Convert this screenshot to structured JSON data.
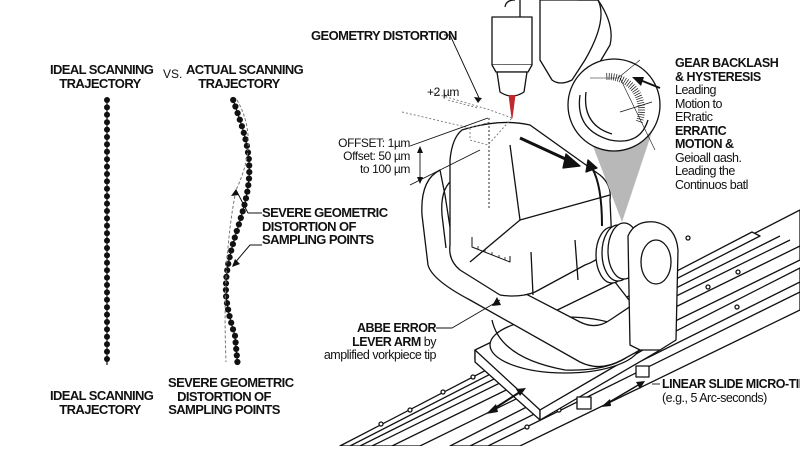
{
  "left_panel": {
    "header_ideal": [
      "IDEAL SCANNING",
      "TRAJECTORY"
    ],
    "vs_label": "VS.",
    "header_actual": [
      "ACTUAL SCANNING",
      "TRAJECTORY"
    ],
    "distortion_callout": [
      "SEVERE GEOMETRIC",
      "DISTORTION OF",
      "SAMPLING POINTS"
    ],
    "footer_ideal": [
      "IDEAL SCANNING",
      "TRAJECTORY"
    ],
    "footer_actual": [
      "SEVERE GEOMETRIC",
      "DISTORTION OF",
      "SAMPLING POINTS"
    ]
  },
  "right_panel": {
    "geometry_distortion": "GEOMETRY DISTORTION",
    "plus_2um": "+2 µm",
    "offset_lines": [
      "OFFSET: 1µm",
      "Offset: 50 µm",
      "to 100 µm"
    ],
    "gear": {
      "title": [
        "GEAR BACKLASH",
        "& HYSTERESIS"
      ],
      "line1": [
        "Leading",
        "Motion to",
        "ERratic"
      ],
      "title2": [
        "ERRATIC",
        "MOTION &"
      ],
      "line2": [
        "Geioall ɑash.",
        "Leading the",
        "Continuos batl"
      ]
    },
    "abbe": {
      "bold1": "ABBE ERROR",
      "bold2": "LEVER ARM",
      "suffix": "by",
      "line3": "amplified vorkpiece tip"
    },
    "linear_slide": {
      "title": "LINEAR SLIDE MICRO-TILT",
      "sub": "(e.g., 5 Arc-seconds)"
    }
  },
  "colors": {
    "ink": "#111111",
    "probe_tip": "#c0282d",
    "gear_cone": "#b8b8b8",
    "dashed": "#777777"
  }
}
